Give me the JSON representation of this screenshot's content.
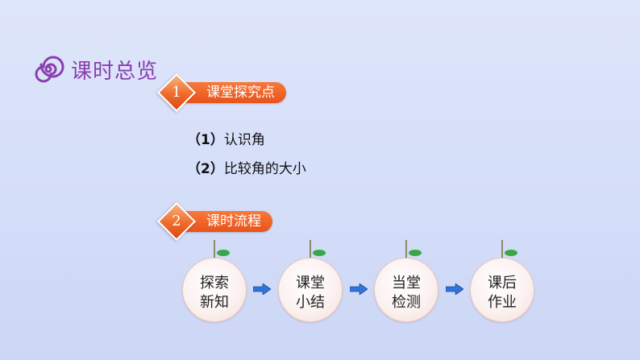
{
  "header": {
    "title": "课时总览",
    "icon": "spiral-icon"
  },
  "sections": [
    {
      "number": "1",
      "label": "课堂探究点"
    },
    {
      "number": "2",
      "label": "课时流程"
    }
  ],
  "points": [
    {
      "num": "（1）",
      "text": "认识角"
    },
    {
      "num": "（2）",
      "text": "比较角的大小"
    }
  ],
  "flow": [
    {
      "line1": "探索",
      "line2": "新知"
    },
    {
      "line1": "课堂",
      "line2": "小结"
    },
    {
      "line1": "当堂",
      "line2": "检测"
    },
    {
      "line1": "课后",
      "line2": "作业"
    }
  ],
  "colors": {
    "accent": "#8a3fb0",
    "section_orange": "#ef6b2b",
    "arrow_blue": "#2f74d9",
    "leaf_green": "#3aa64a"
  }
}
